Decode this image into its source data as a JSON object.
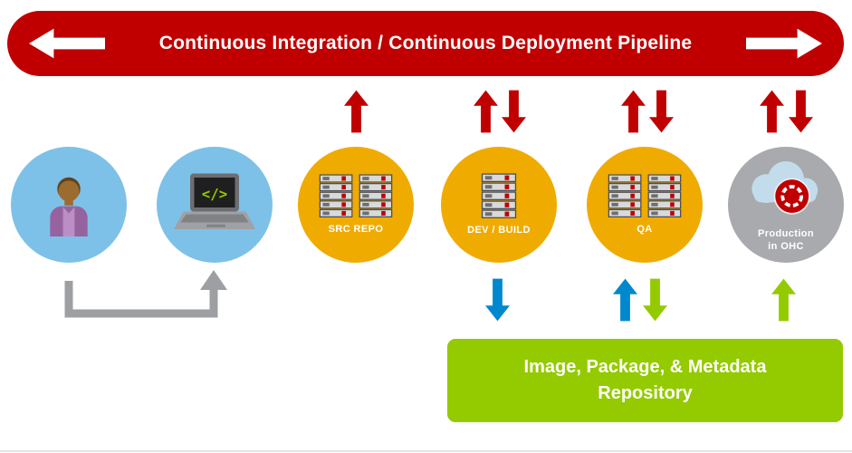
{
  "banner": {
    "title": "Continuous Integration / Continuous Deployment Pipeline"
  },
  "nodes": {
    "developer": {
      "icon": "person-icon"
    },
    "workstation": {
      "icon": "laptop-code-icon",
      "code_glyph": "</>"
    },
    "src_repo": {
      "label": "SRC REPO",
      "icon": "server-rack-icon"
    },
    "dev_build": {
      "label": "DEV / BUILD",
      "icon": "server-rack-icon"
    },
    "qa": {
      "label": "QA",
      "icon": "server-rack-icon"
    },
    "production": {
      "label_line1": "Production",
      "label_line2": "in OHC",
      "icon": "cloud-openshift-icon"
    }
  },
  "repository": {
    "label_line1": "Image, Package, & Metadata",
    "label_line2": "Repository"
  },
  "arrows": {
    "pipeline_top": [
      {
        "node": "src_repo",
        "direction": "up",
        "color": "red"
      },
      {
        "node": "dev_build",
        "direction": "up",
        "color": "red"
      },
      {
        "node": "dev_build",
        "direction": "down",
        "color": "red"
      },
      {
        "node": "qa",
        "direction": "up",
        "color": "red"
      },
      {
        "node": "qa",
        "direction": "down",
        "color": "red"
      },
      {
        "node": "production",
        "direction": "up",
        "color": "red"
      },
      {
        "node": "production",
        "direction": "down",
        "color": "red"
      }
    ],
    "repository_bottom": [
      {
        "node": "dev_build",
        "direction": "down",
        "color": "blue"
      },
      {
        "node": "qa",
        "direction": "up",
        "color": "blue"
      },
      {
        "node": "qa",
        "direction": "down",
        "color": "green"
      },
      {
        "node": "production",
        "direction": "up",
        "color": "green"
      }
    ],
    "developer_flow": {
      "from": "developer",
      "to": "workstation",
      "color": "connector_gray"
    }
  },
  "colors": {
    "red": "#c00000",
    "orange": "#f0ab00",
    "light_blue": "#7dc1e8",
    "node_gray": "#a8aaad",
    "blue": "#0088ce",
    "green": "#94ca00",
    "connector_gray": "#9d9fa2",
    "white": "#ffffff"
  }
}
